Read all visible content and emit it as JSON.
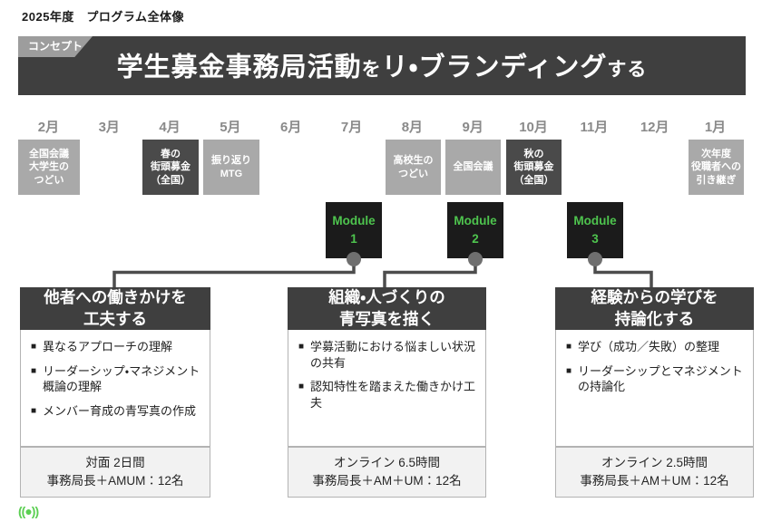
{
  "page": {
    "title": "2025年度　プログラム全体像"
  },
  "concept": {
    "tag": "コンセプト",
    "title": [
      "学生募金事務局活動",
      "を",
      "リ・ブランディング",
      "する"
    ]
  },
  "timeline": {
    "months": [
      "2月",
      "3月",
      "4月",
      "5月",
      "6月",
      "7月",
      "8月",
      "9月",
      "10月",
      "11月",
      "12月",
      "1月"
    ],
    "events": [
      {
        "month": "2月",
        "style": "gray",
        "lines": [
          "全国会議",
          "大学生の",
          "つどい"
        ]
      },
      {
        "month": "4月",
        "style": "dark",
        "lines": [
          "春の",
          "街頭募金",
          "（全国）"
        ]
      },
      {
        "month": "5月",
        "style": "gray",
        "lines": [
          "振り返り",
          "MTG"
        ]
      },
      {
        "month": "8月",
        "style": "gray",
        "lines": [
          "高校生の",
          "つどい"
        ]
      },
      {
        "month": "9月",
        "style": "gray",
        "lines": [
          "全国会議"
        ]
      },
      {
        "month": "10月",
        "style": "dark",
        "lines": [
          "秋の",
          "街頭募金",
          "（全国）"
        ]
      },
      {
        "month": "1月",
        "style": "gray",
        "lines": [
          "次年度",
          "役職者への",
          "引き継ぎ"
        ]
      }
    ]
  },
  "modules": [
    {
      "label": "Module",
      "number": "1"
    },
    {
      "label": "Module",
      "number": "2"
    },
    {
      "label": "Module",
      "number": "3"
    }
  ],
  "columns": [
    {
      "header": [
        "他者への働きかけを",
        "工夫する"
      ],
      "bullets": [
        "異なるアプローチの理解",
        "リーダーシップ・マネジメント概論の理解",
        "メンバー育成の青写真の作成"
      ],
      "footer": [
        "対面 2日間",
        "事務局長＋AMUM：12名"
      ]
    },
    {
      "header": [
        "組織・人づくりの",
        "青写真を描く"
      ],
      "bullets": [
        "学募活動における悩ましい状況の共有",
        "認知特性を踏まえた働きかけ工夫"
      ],
      "footer": [
        "オンライン 6.5時間",
        "事務局長＋AM＋UM：12名"
      ]
    },
    {
      "header": [
        "経験からの学びを",
        "持論化する"
      ],
      "bullets": [
        "学び（成功／失敗）の整理",
        "リーダーシップとマネジメントの持論化"
      ],
      "footer": [
        "オンライン 2.5時間",
        "事務局長＋AM＋UM：12名"
      ]
    }
  ],
  "logo": {
    "glyph": "((●))"
  },
  "colors": {
    "banner_bg": "#3f3f3f",
    "tag_bg": "#9d9d9d",
    "event_gray": "#a9a9a9",
    "event_dark": "#4a4a4a",
    "module_bg": "#1b1b1b",
    "module_text": "#4ec44e",
    "connector": "#4d4d4d",
    "footer_bg": "#f2f2f2",
    "logo_green": "#5bcf52"
  }
}
